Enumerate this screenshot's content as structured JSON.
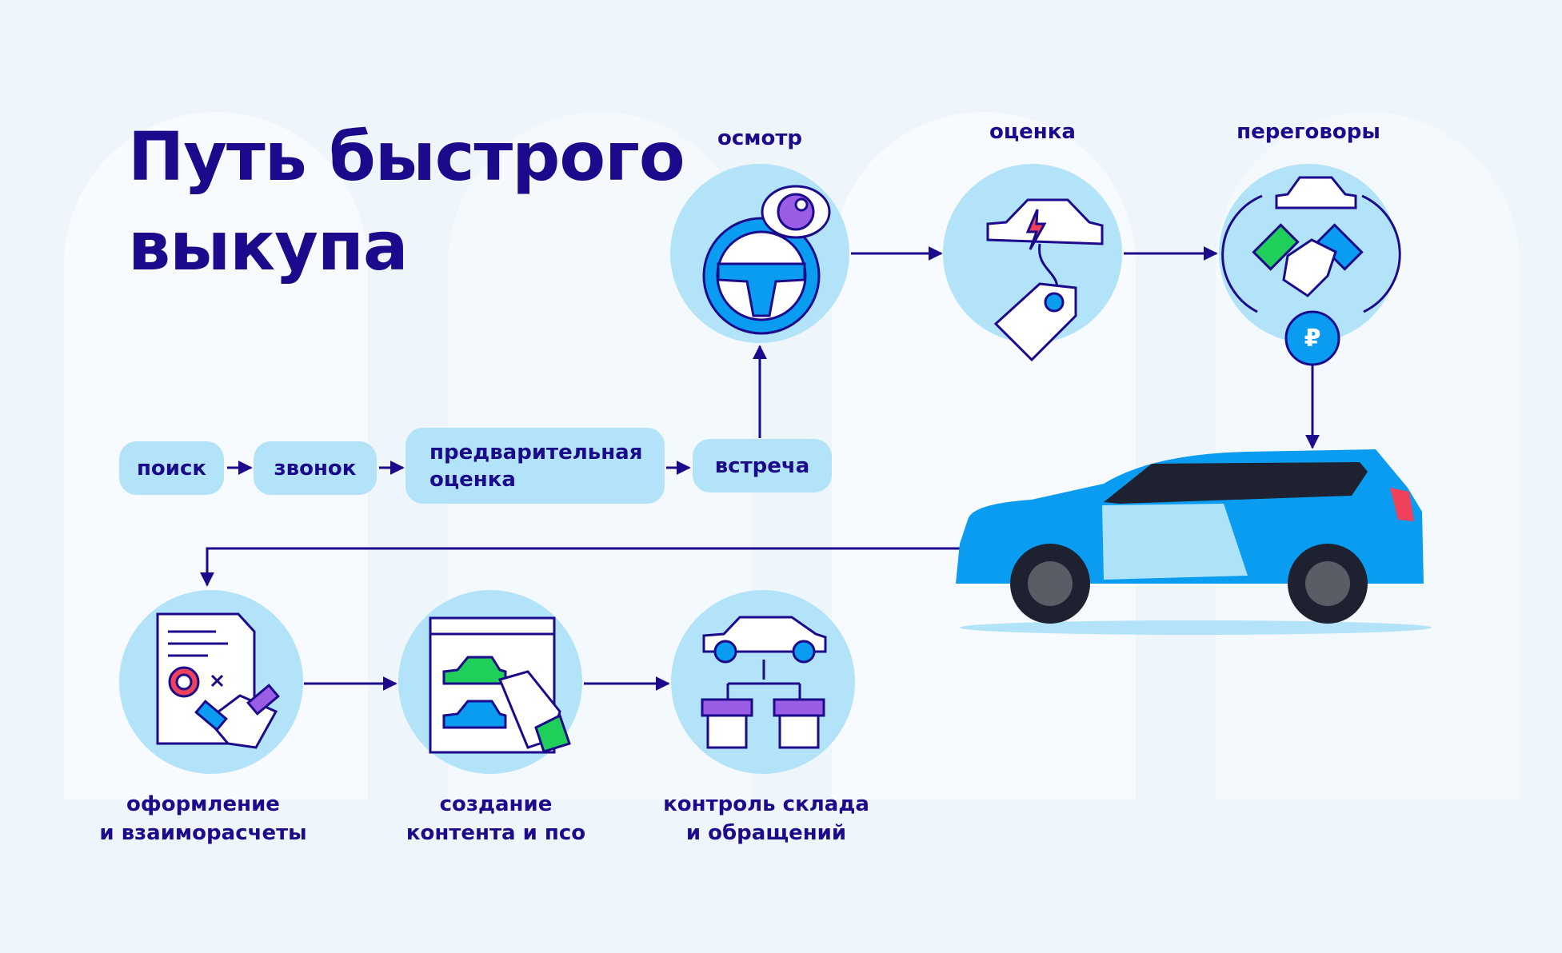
{
  "title": {
    "line1": "Путь быстрого",
    "line2": "выкупа"
  },
  "top_steps": [
    {
      "label": "осмотр",
      "icon": "steering-wheel-eye-icon"
    },
    {
      "label": "оценка",
      "icon": "car-price-tag-icon"
    },
    {
      "label": "переговоры",
      "icon": "handshake-cycle-icon"
    }
  ],
  "pre_steps": [
    {
      "label": "поиск"
    },
    {
      "label": "звонок"
    },
    {
      "label_line1": "предварительная",
      "label_line2": "оценка"
    },
    {
      "label": "встреча"
    }
  ],
  "ruble_symbol": "₽",
  "bottom_steps": [
    {
      "line1": "оформление",
      "line2": "и взаиморасчеты",
      "icon": "contract-handshake-icon"
    },
    {
      "line1": "создание",
      "line2": "контента и псо",
      "icon": "content-creation-icon"
    },
    {
      "line1": "контроль склада",
      "line2": "и обращений",
      "icon": "warehouse-control-icon"
    }
  ],
  "colors": {
    "navy": "#1c0a8c",
    "circle": "#b3e3f8",
    "blue": "#0a9cf0",
    "green": "#1fcf5a",
    "purple": "#9b5de5",
    "red": "#f0415a"
  }
}
